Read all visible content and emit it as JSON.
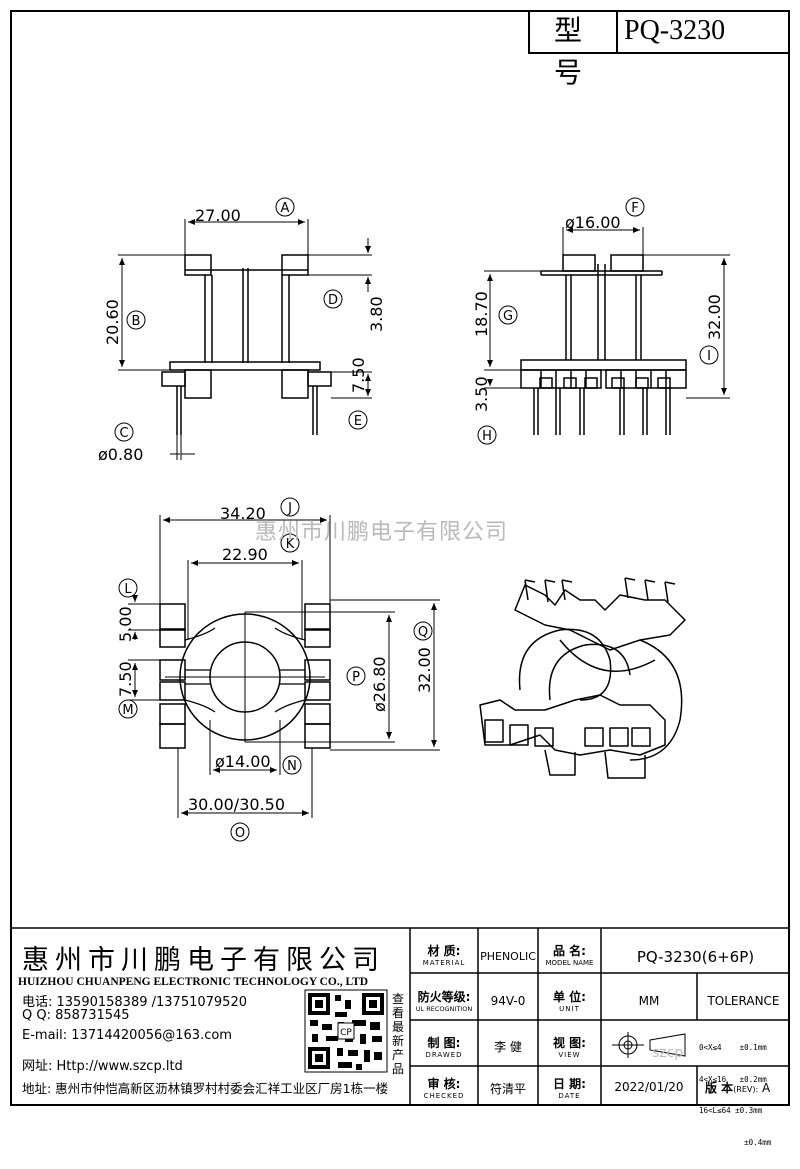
{
  "header": {
    "model_label": "型 号",
    "model_value": "PQ-3230"
  },
  "watermark": "惠州市川鹏电子有限公司",
  "drawing": {
    "top_left": {
      "dim_A": "27.00",
      "tag_A": "A",
      "dim_B": "20.60",
      "tag_B": "B",
      "dim_C": "ø0.80",
      "tag_C": "C",
      "dim_D": "3.80",
      "tag_D": "D",
      "dim_E": "7.50",
      "tag_E": "E"
    },
    "top_right": {
      "dim_F": "ø16.00",
      "tag_F": "F",
      "dim_G": "18.70",
      "tag_G": "G",
      "dim_H": "3.50",
      "tag_H": "H",
      "dim_I": "32.00",
      "tag_I": "I"
    },
    "bottom_left": {
      "dim_J": "34.20",
      "tag_J": "J",
      "dim_K": "22.90",
      "tag_K": "K",
      "dim_L": "5.00",
      "tag_L": "L",
      "dim_M": "7.50",
      "tag_M": "M",
      "dim_N": "ø14.00",
      "tag_N": "N",
      "dim_O": "30.00/30.50",
      "tag_O": "O",
      "dim_P": "ø26.80",
      "tag_P": "P",
      "dim_Q": "32.00",
      "tag_Q": "Q"
    }
  },
  "company": {
    "name_cn": "惠州市川鹏电子有限公司",
    "name_en": "HUIZHOU CHUANPENG ELECTRONIC TECHNOLOGY CO., LTD",
    "phone": "电话: 13590158389 /13751079520",
    "qq": "Q Q:  858731545",
    "email": "E-mail: 13714420056@163.com",
    "website": "网址:  Http://www.szcp.ltd",
    "address": "地址: 惠州市仲恺高新区沥林镇罗村村委会汇祥工业区厂房1栋一楼",
    "qr_caption": [
      "查",
      "看",
      "最",
      "新",
      "产",
      "品"
    ]
  },
  "title_block": {
    "material_label": "材 质:",
    "material_sub": "MATERIAL",
    "material_value": "PHENOLIC",
    "name_label": "品 名:",
    "name_sub": "MODEL NAME",
    "name_value": "PQ-3230(6+6P)",
    "flame_label": "防火等级:",
    "flame_sub": "UL RECOGNITION",
    "flame_value": "94V-0",
    "unit_label": "单 位:",
    "unit_sub": "UNIT",
    "unit_value": "MM",
    "tolerance_label": "TOLERANCE",
    "tolerances": [
      "0<X≤4    ±0.1mm",
      "4<X≤16   ±0.2mm",
      "16<L≤64 ±0.3mm",
      "          ±0.4mm"
    ],
    "drawn_label": "制 图:",
    "drawn_sub": "DRAWED",
    "drawn_value": "李 健",
    "view_label": "视 图:",
    "view_sub": "VIEW",
    "checked_label": "审 核:",
    "checked_sub": "CHECKED",
    "checked_value": "符清平",
    "date_label": "日 期:",
    "date_sub": "DATE",
    "date_value": "2022/01/20",
    "rev_label": "版 本",
    "rev_sub": "(REV):",
    "rev_value": "A",
    "view_watermark": "szcp"
  }
}
